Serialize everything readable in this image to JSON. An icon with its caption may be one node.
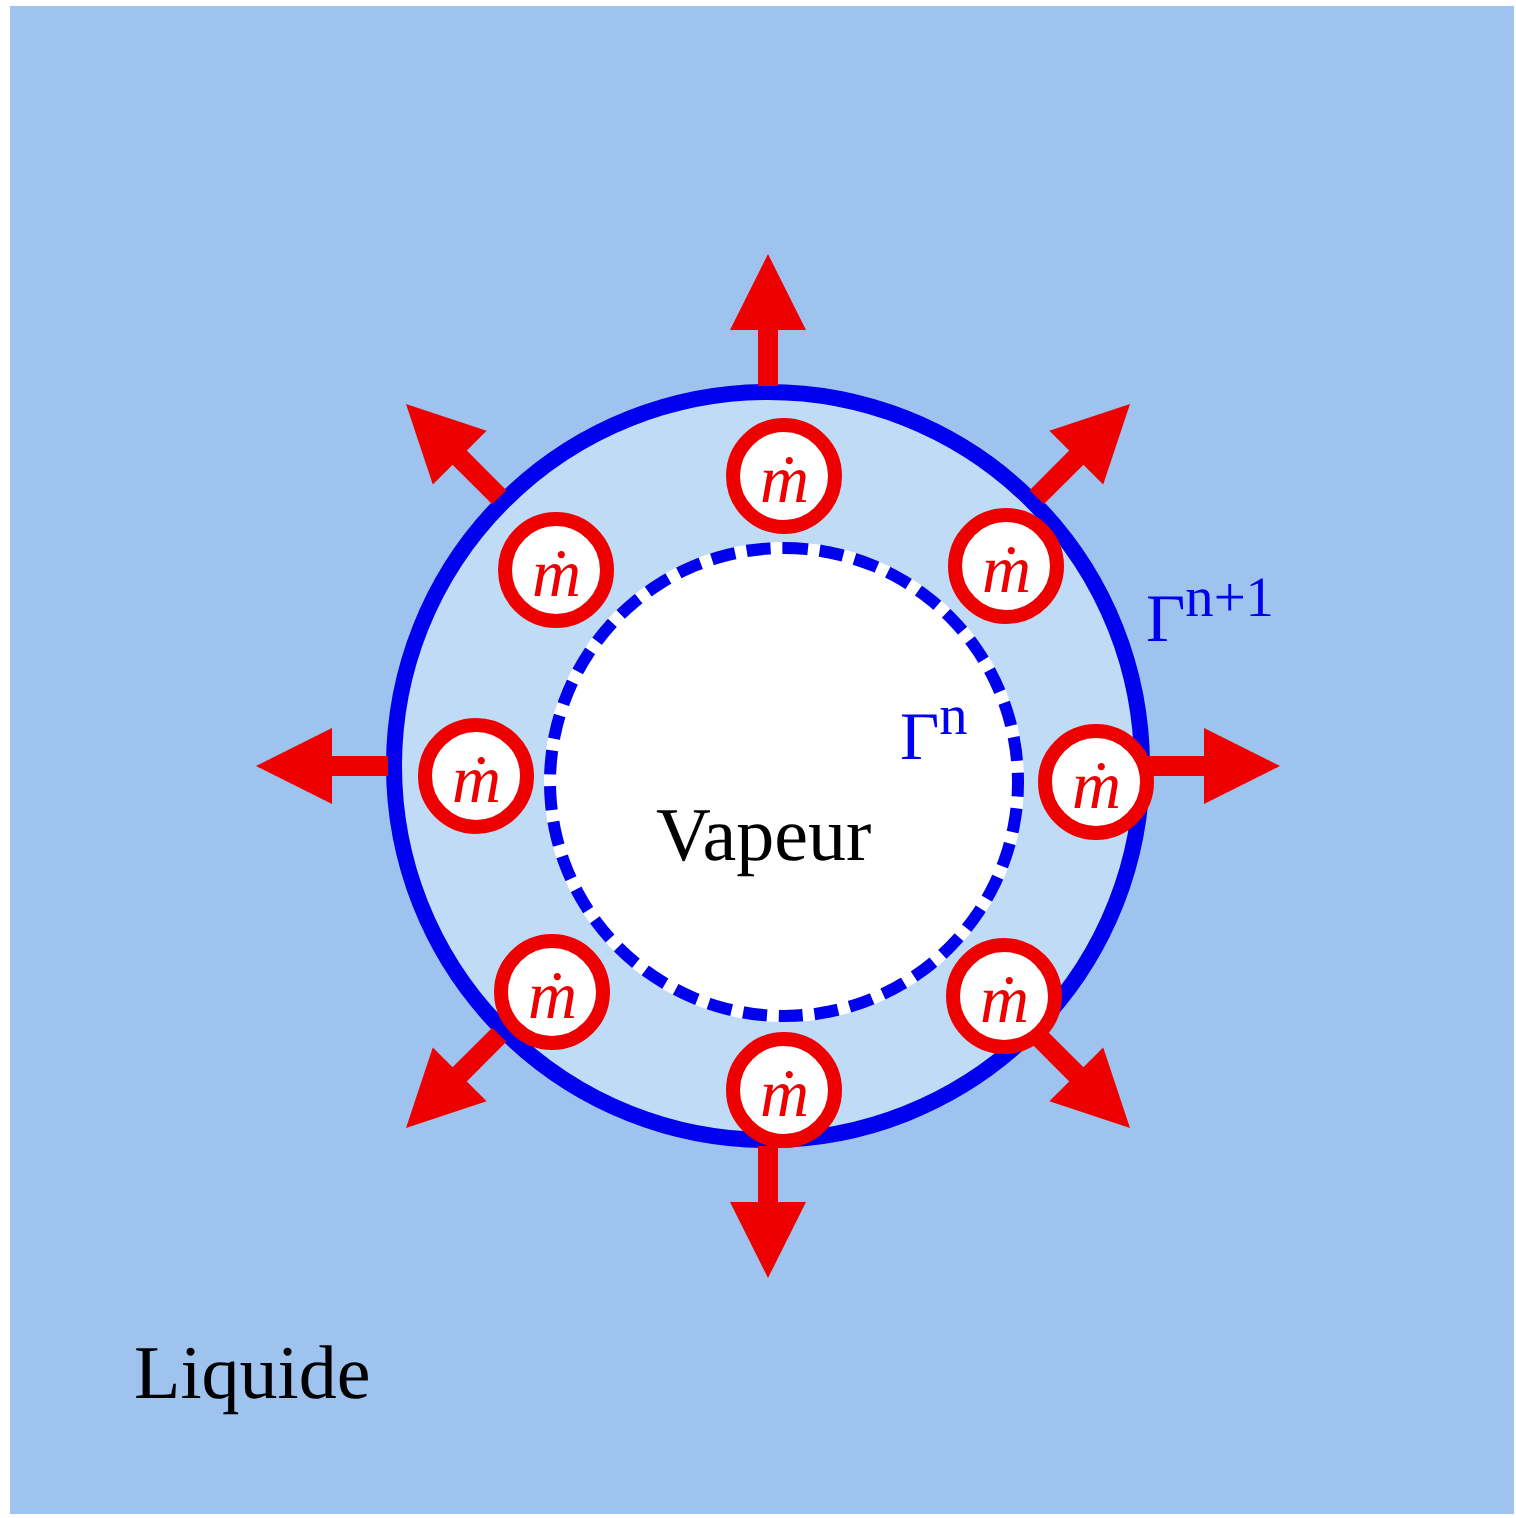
{
  "diagram": {
    "nodes": [
      {
        "text": [
          "Liquide"
        ]
      },
      {
        "text": [
          "Γ$^{n+1}$"
        ],
        "in": 0
      },
      {
        "text": [
          "Γ$^{n}$",
          "Vapeur"
        ],
        "in": 1
      },
      {
        "text": [
          "ṁ"
        ],
        "in": 1
      },
      {
        "text": [
          "ṁ"
        ],
        "in": 1
      },
      {
        "text": [
          "ṁ"
        ],
        "in": 1
      },
      {
        "text": [
          "ṁ"
        ],
        "in": 1
      },
      {
        "text": [
          "ṁ"
        ],
        "in": 1
      },
      {
        "text": [
          "ṁ"
        ],
        "in": 1
      },
      {
        "text": [
          "ṁ"
        ],
        "in": 1
      },
      {
        "text": [
          "ṁ"
        ],
        "in": 1
      }
    ]
  }
}
